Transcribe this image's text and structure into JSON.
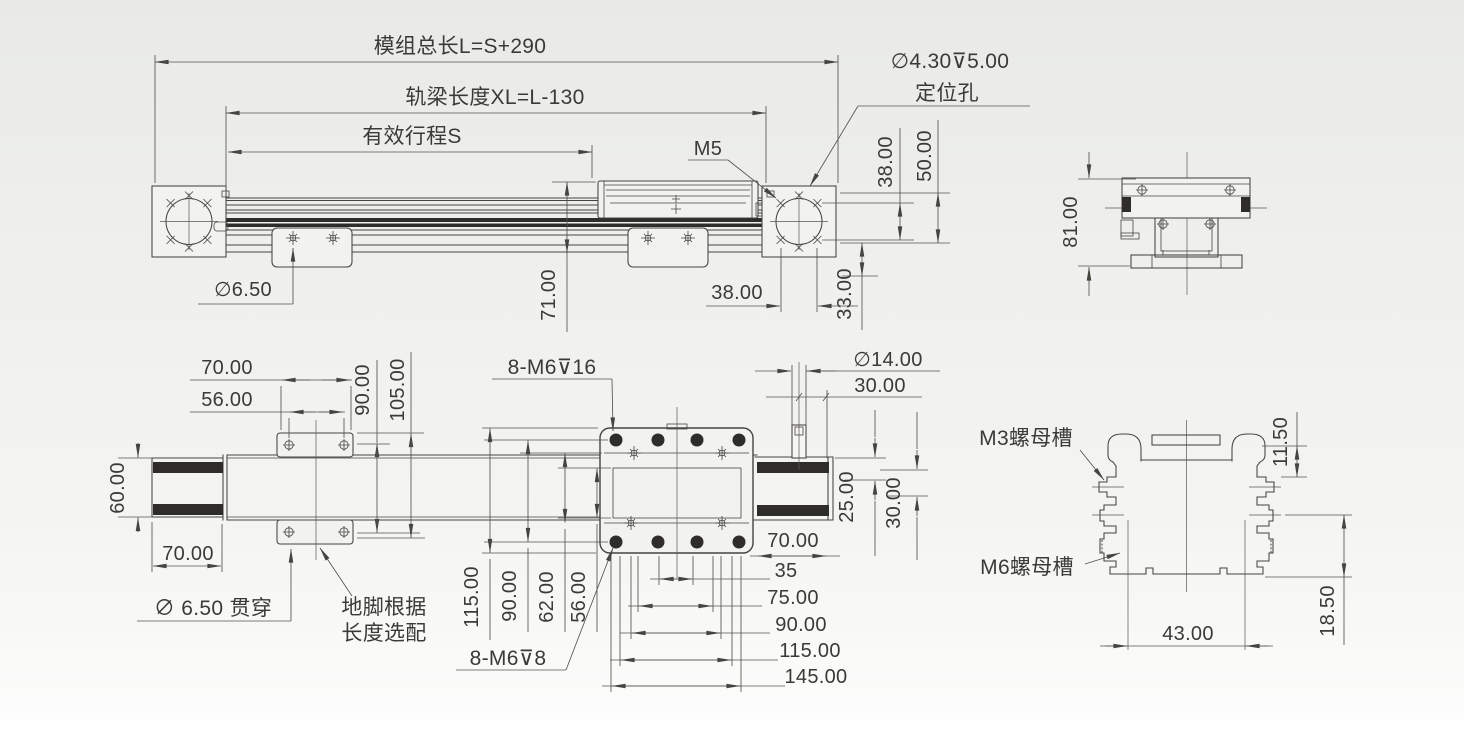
{
  "side_view": {
    "dim_total": "模组总长L=S+290",
    "dim_rail": "轨梁长度XL=L-130",
    "dim_stroke": "有效行程S",
    "label_m5": "M5",
    "label_loc_hole_size": "∅4.30⊽5.00",
    "label_loc_hole": "定位孔",
    "dim_v38": "38.00",
    "dim_v50": "50.00",
    "dim_v71": "71.00",
    "dim_h38": "38.00",
    "dim_v33": "33.00",
    "label_foot_hole": "∅6.50"
  },
  "end_view": {
    "dim_height": "81.00"
  },
  "plan_view": {
    "dim_foot_outer": "70.00",
    "dim_foot_holes": "56.00",
    "dim_foot_v90": "90.00",
    "dim_foot_v105": "105.00",
    "dim_rail_width": "60.00",
    "dim_left_end": "70.00",
    "label_foot_thru": "∅ 6.50 贯穿",
    "note_foot_1": "地脚根据",
    "note_foot_2": "长度选配",
    "label_top_holes": "8-M6⊽16",
    "label_bottom_holes": "8-M6⊽8",
    "dim_v115": "115.00",
    "dim_v90": "90.00",
    "dim_v62": "62.00",
    "dim_v56": "56.00",
    "dim_right_end": "70.00",
    "dim_h35": "35",
    "dim_h75": "75.00",
    "dim_h90": "90.00",
    "dim_h115": "115.00",
    "dim_h145": "145.00",
    "label_shaft_dia": "∅14.00",
    "dim_h30": "30.00",
    "dim_v25": "25.00",
    "dim_v30": "30.00"
  },
  "section_view": {
    "label_m3_slot": "M3螺母槽",
    "label_m6_slot": "M6螺母槽",
    "dim_v115": "11.50",
    "dim_v185": "18.50",
    "dim_h43": "43.00"
  }
}
